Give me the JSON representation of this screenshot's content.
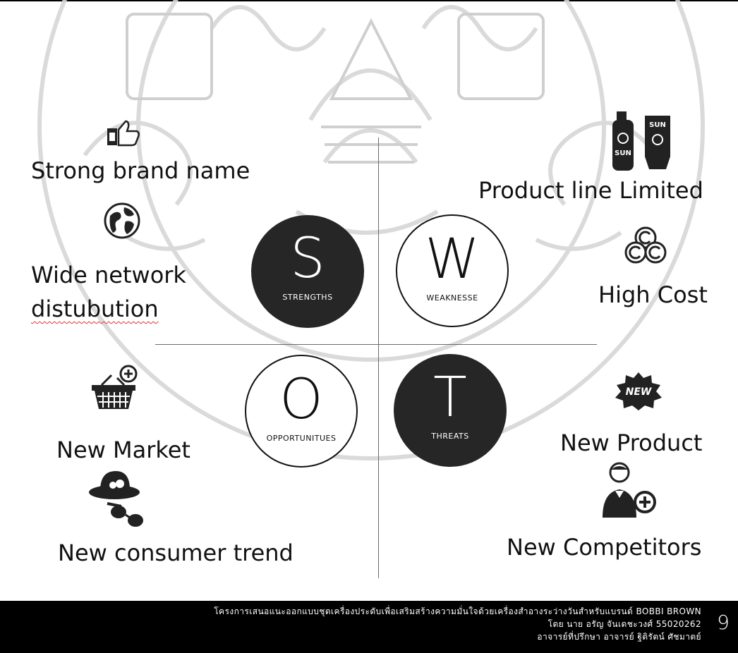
{
  "swot": {
    "strengths": {
      "letter": "S",
      "word": "STRENGTHS"
    },
    "weaknesses": {
      "letter": "W",
      "word": "WEAKNESSE"
    },
    "opportunities": {
      "letter": "O",
      "word": "OPPORTUNITUES"
    },
    "threats": {
      "letter": "T",
      "word": "THREATS"
    }
  },
  "strengths_items": [
    "Strong brand name",
    "Wide network",
    "distubution"
  ],
  "weaknesses_items": [
    "Product line Limited",
    "High Cost"
  ],
  "opportunities_items": [
    "New Market",
    "New consumer trend"
  ],
  "threats_items": [
    "New Product",
    "New Competitors"
  ],
  "icons": {
    "strong_brand": "thumbs-up-icon",
    "wide_network": "globe-icon",
    "product_line": "sunscreen-icon",
    "high_cost": "copyright-coins-icon",
    "new_market": "basket-plus-icon",
    "new_consumer_trend": "hat-sunglasses-icon",
    "new_product": "new-badge-icon",
    "new_competitors": "person-plus-icon"
  },
  "icon_text": {
    "sun": "SUN",
    "new": "NEW"
  },
  "footer": {
    "line1": "โครงการเสนอแนะออกแบบชุดเครื่องประดับเพื่อเสริมสร้างความมั่นใจด้วยเครื่องสำอางระว่างวันสำหรับแบรนด์ BOBBI BROWN",
    "line2": "โดย นาย อรัญ จันเดชะวงศ์ 55020262",
    "line3": "อาจารย์ที่ปรึกษา อาจารย์ ฐิติรัตน์ ศัชมาตย์",
    "page_number": "9"
  },
  "colors": {
    "dark_circle": "#262626",
    "footer_bg": "#000000",
    "seal": "#d9d9d9",
    "squiggle": "#dd3333"
  }
}
